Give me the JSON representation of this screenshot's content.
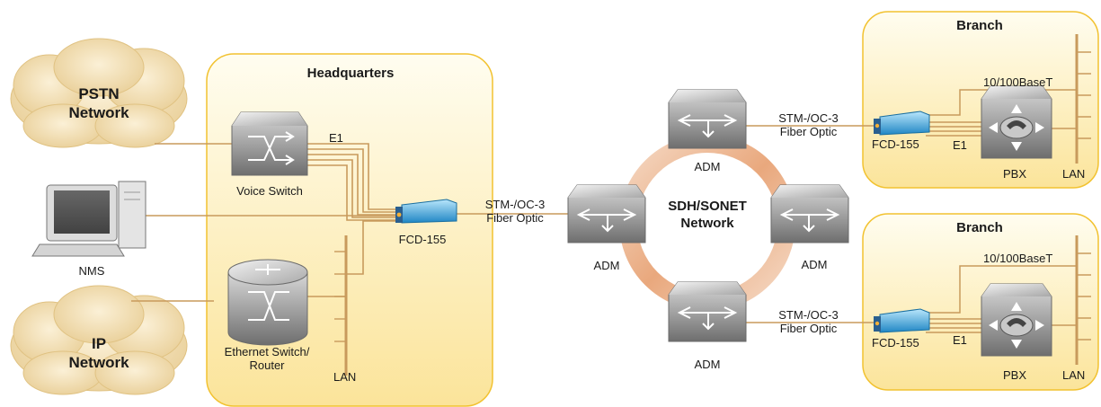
{
  "headquarters": {
    "title": "Headquarters"
  },
  "clouds": {
    "pstn": {
      "line1": "PSTN",
      "line2": "Network"
    },
    "ip": {
      "line1": "IP",
      "line2": "Network"
    }
  },
  "nms": {
    "label": "NMS"
  },
  "voice_switch": {
    "label": "Voice Switch"
  },
  "e1_hq": {
    "label": "E1"
  },
  "fcd_hq": {
    "label": "FCD-155"
  },
  "ethernet_switch": {
    "line1": "Ethernet Switch/",
    "line2": "Router"
  },
  "lan_hq": {
    "label": "LAN"
  },
  "link_hq": {
    "line1": "STM-/OC-3",
    "line2": "Fiber Optic"
  },
  "ring": {
    "line1": "SDH/SONET",
    "line2": "Network"
  },
  "adm": {
    "label": "ADM"
  },
  "branch_top": {
    "title": "Branch",
    "ethernet": "10/100BaseT",
    "link_line1": "STM-/OC-3",
    "link_line2": "Fiber Optic",
    "fcd": "FCD-155",
    "e1": "E1",
    "pbx": "PBX",
    "lan": "LAN"
  },
  "branch_bottom": {
    "title": "Branch",
    "ethernet": "10/100BaseT",
    "link_line1": "STM-/OC-3",
    "link_line2": "Fiber Optic",
    "fcd": "FCD-155",
    "e1": "E1",
    "pbx": "PBX",
    "lan": "LAN"
  },
  "colors": {
    "link": "#c89a5c",
    "panel_fill": "#fdf1c4",
    "panel_border": "#f2c230",
    "cloud": "#f3dcae",
    "device": "#8e8e8e",
    "fcd": "#3aa6d8"
  }
}
